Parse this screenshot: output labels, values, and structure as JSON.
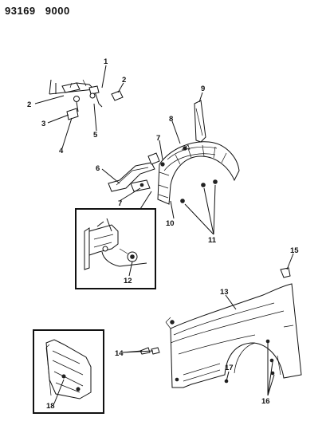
{
  "header": {
    "code_left": "93169",
    "code_right": "9000"
  },
  "callouts": {
    "c1": "1",
    "c2a": "2",
    "c2b": "2",
    "c3": "3",
    "c4": "4",
    "c5": "5",
    "c6": "6",
    "c7a": "7",
    "c7b": "7",
    "c8": "8",
    "c9": "9",
    "c10": "10",
    "c11": "11",
    "c12": "12",
    "c13": "13",
    "c14": "14",
    "c15": "15",
    "c16": "16",
    "c17": "17",
    "c18": "18"
  }
}
